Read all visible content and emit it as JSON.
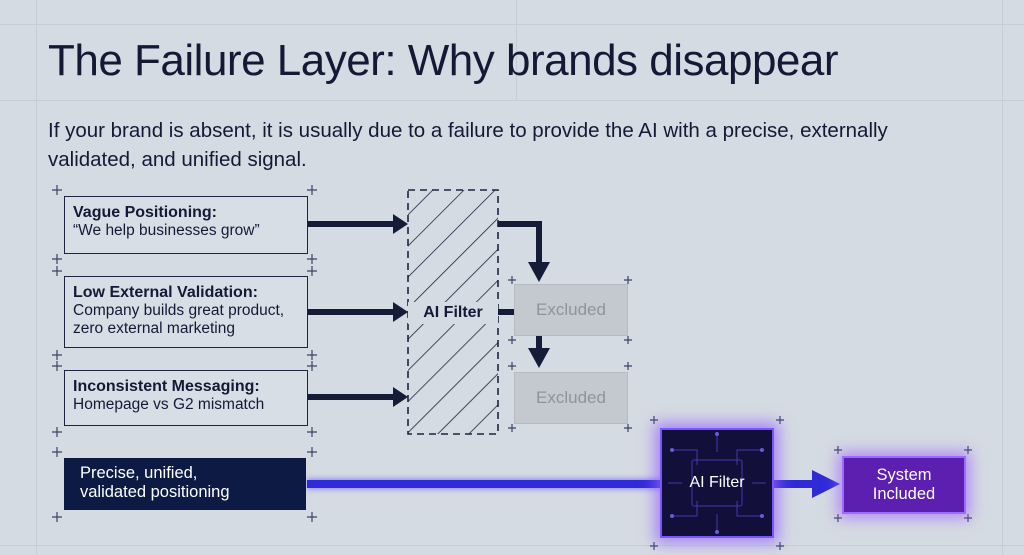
{
  "title": "The Failure Layer: Why brands disappear",
  "subtitle": "If your brand is absent, it is usually due to a failure to provide the AI with a precise, externally validated, and unified signal.",
  "failures": [
    {
      "heading": "Vague Positioning:",
      "lines": [
        "“We help businesses grow”"
      ]
    },
    {
      "heading": "Low External Validation:",
      "lines": [
        "Company builds great product,",
        "zero external marketing"
      ]
    },
    {
      "heading": "Inconsistent Messaging:",
      "lines": [
        "Homepage vs G2 mismatch"
      ]
    }
  ],
  "filter_label": "AI Filter",
  "excluded": [
    "Excluded",
    "Excluded"
  ],
  "success": {
    "input_lines": [
      "Precise, unified,",
      "validated positioning"
    ],
    "filter_label": "AI Filter",
    "output_lines": [
      "System",
      "Included"
    ]
  },
  "colors": {
    "background": "#d5dbe2",
    "navy": "#141c38",
    "dark_box": "#0d1b44",
    "glow_purple": "#7a55ff",
    "included_purple": "#5d1fb0",
    "excluded_gray": "#c4c9d0"
  }
}
